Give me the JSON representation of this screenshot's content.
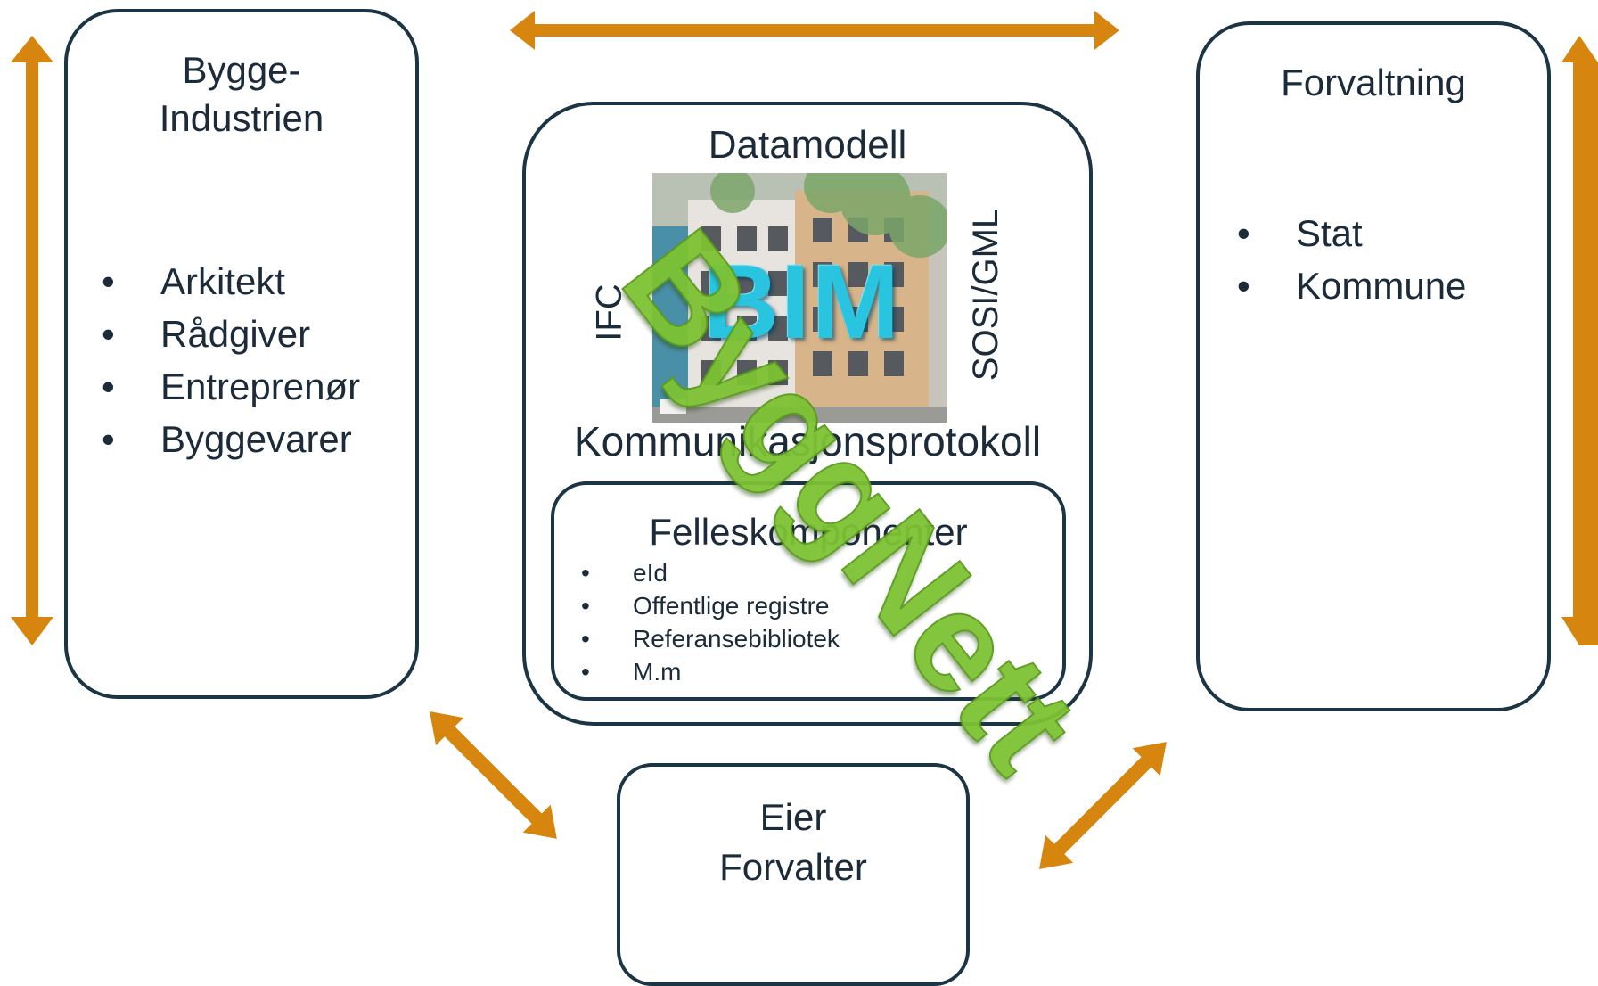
{
  "left_box": {
    "title_line1": "Bygge-",
    "title_line2": "Industrien",
    "items": [
      "Arkitekt",
      "Rådgiver",
      "Entreprenør",
      "Byggevarer"
    ]
  },
  "right_box": {
    "title": "Forvaltning",
    "items": [
      "Stat",
      "Kommune"
    ]
  },
  "center_box": {
    "title": "Datamodell",
    "left_vertical": "IFC",
    "right_vertical": "SOSI/GML",
    "bim_label": "BIM",
    "subtitle": "Kommunikasjonsprotokoll",
    "inner_title": "Felleskomponenter",
    "inner_items": [
      "eId",
      "Offentlige registre",
      "Referansebibliotek",
      "M.m"
    ]
  },
  "bottom_box": {
    "line1": "Eier",
    "line2": "Forvalter"
  },
  "watermark": "ByggNett",
  "colors": {
    "border": "#1b3545",
    "arrow": "#d6860f",
    "bim_text": "#29c4e0",
    "watermark": "#7dc233"
  }
}
